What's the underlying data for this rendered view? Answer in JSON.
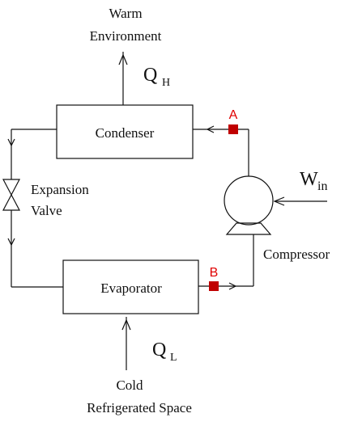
{
  "labels": {
    "warm_line1": "Warm",
    "warm_line2": "Environment",
    "qh_main": "Q",
    "qh_sub": "H",
    "condenser": "Condenser",
    "expansion_line1": "Expansion",
    "expansion_line2": "Valve",
    "win_main": "W",
    "win_sub": "in",
    "compressor": "Compressor",
    "evaporator": "Evaporator",
    "ql_main": "Q",
    "ql_sub": "L",
    "cold_line1": "Cold",
    "cold_line2": "Refrigerated Space"
  },
  "points": {
    "a_label": "A",
    "b_label": "B"
  },
  "colors": {
    "line": "#111111",
    "point_marker": "#c00000",
    "point_label": "#e00000"
  }
}
